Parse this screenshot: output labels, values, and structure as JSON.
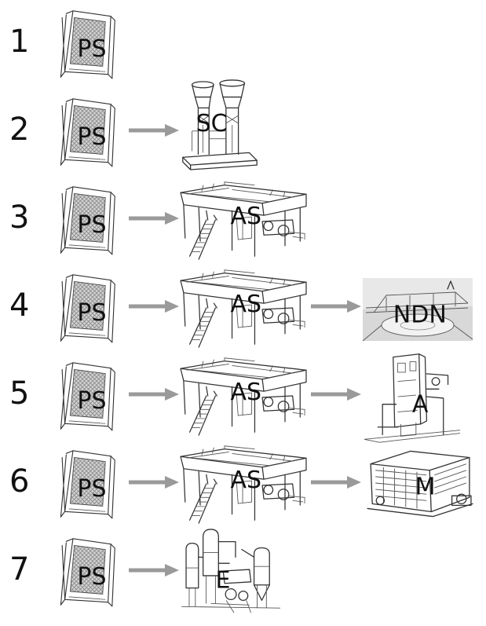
{
  "rows": [
    {
      "number": "1",
      "stages": [
        "PS"
      ]
    },
    {
      "number": "2",
      "stages": [
        "PS",
        "SC"
      ]
    },
    {
      "number": "3",
      "stages": [
        "PS",
        "AS"
      ]
    },
    {
      "number": "4",
      "stages": [
        "PS",
        "AS",
        "NDN"
      ]
    },
    {
      "number": "5",
      "stages": [
        "PS",
        "AS",
        "A"
      ]
    },
    {
      "number": "6",
      "stages": [
        "PS",
        "AS",
        "M"
      ]
    },
    {
      "number": "7",
      "stages": [
        "PS",
        "E"
      ]
    }
  ],
  "colors": {
    "arrow": "#9a9a9a",
    "line": "#333333",
    "screen_fill": "#c8c8c8",
    "ndn_background": "#e8e8e8"
  },
  "icons": {
    "PS": "screen-frame-icon",
    "SC": "clarifier-tower-icon",
    "AS": "aeration-tank-icon",
    "NDN": "circular-basin-icon",
    "A": "adsorption-column-icon",
    "M": "membrane-skid-icon",
    "E": "evaporator-plant-icon"
  }
}
